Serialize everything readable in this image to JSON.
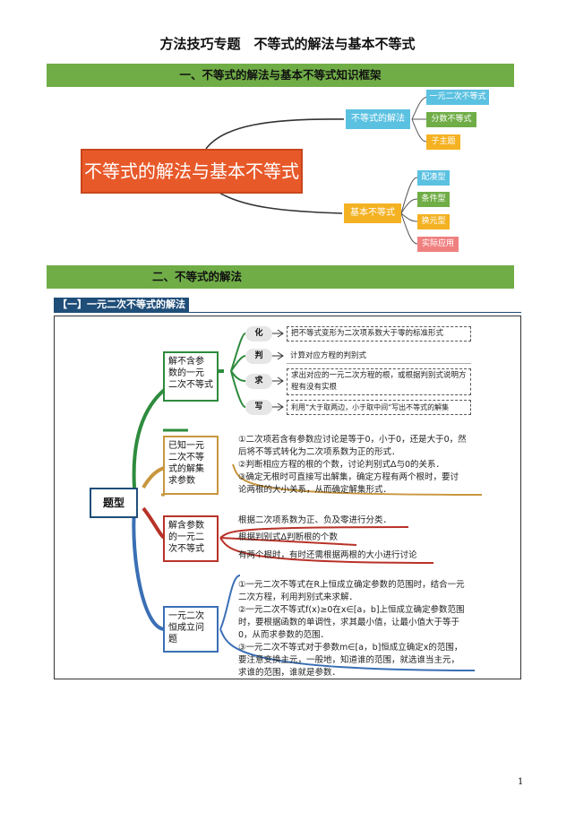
{
  "title": "方法技巧专题　不等式的解法与基本不等式",
  "section1": {
    "heading": "一、不等式的解法与基本不等式知识框架",
    "center": "不等式的解法与基本不等式",
    "branches": [
      {
        "label": "不等式的解法",
        "color": "#5bc1e1",
        "leaves": [
          {
            "label": "一元二次不等式",
            "color": "#5bc1e1"
          },
          {
            "label": "分数不等式",
            "color": "#70ad47"
          },
          {
            "label": "子主题",
            "color": "#f4b223"
          }
        ]
      },
      {
        "label": "基本不等式",
        "color": "#f4b223",
        "leaves": [
          {
            "label": "配凑型",
            "color": "#5bc1e1"
          },
          {
            "label": "条件型",
            "color": "#70ad47"
          },
          {
            "label": "换元型",
            "color": "#f4b223"
          },
          {
            "label": "实际应用",
            "color": "#f08080"
          }
        ]
      }
    ]
  },
  "section2": {
    "heading": "二、不等式的解法",
    "sub_heading": "【一】一元二次不等式的解法",
    "root": "题型",
    "nodes": [
      {
        "label": "解不含参数的一元二次不等式",
        "lines": [
          "解不含参",
          "数的一元",
          "二次不等式"
        ],
        "color": "#2e8b3d",
        "steps": [
          {
            "key": "化",
            "text": "把不等式变形为二次项系数大于零的标准形式"
          },
          {
            "key": "判",
            "text": "计算对应方程的判别式"
          },
          {
            "key": "求",
            "text": "求出对应的一元二次方程的根，或根据判别式说明方程有没有实根"
          },
          {
            "key": "写",
            "text": "利用“大于取两边，小于取中间”写出不等式的解集"
          }
        ]
      },
      {
        "label": "已知一元二次不等式的解集求参数",
        "lines": [
          "已知一元",
          "二次不等",
          "式的解集",
          "求参数"
        ],
        "color": "#c8963e",
        "text": [
          "①二次项若含有参数应讨论是等于0，小于0，还是大于0，然",
          "后将不等式转化为二次项系数为正的形式．",
          "②判断相应方程的根的个数，讨论判别式Δ与0的关系．",
          "③确定无根时可直接写出解集，确定方程有两个根时，要讨",
          "论两根的大小关系，从而确定解集形式．"
        ]
      },
      {
        "label": "解含参数的一元二次不等式",
        "lines": [
          "解含参数",
          "的一元二",
          "次不等式"
        ],
        "color": "#b83228",
        "text": [
          "根据二次项系数为正、负及零进行分类．",
          "根据判别式Δ判断根的个数",
          "有两个根时，有时还需根据两根的大小进行讨论"
        ]
      },
      {
        "label": "一元二次恒成立问题",
        "lines": [
          "一元二次",
          "恒成立问",
          "题"
        ],
        "color": "#3a6fb5",
        "text": [
          "①一元二次不等式在R上恒成立确定参数的范围时，结合一元",
          "二次方程，利用判别式来求解．",
          "②一元二次不等式f(x)≥0在x∈[a，b]上恒成立确定参数范围",
          "时，要根据函数的单调性，求其最小值，让最小值大于等于",
          "0，从而求参数的范围．",
          "③一元二次不等式对于参数m∈[a，b]恒成立确定x的范围，",
          "要注意变换主元，一般地，知道谁的范围，就选谁当主元，",
          "求谁的范围，谁就是参数．"
        ]
      }
    ]
  },
  "page_number": "1"
}
